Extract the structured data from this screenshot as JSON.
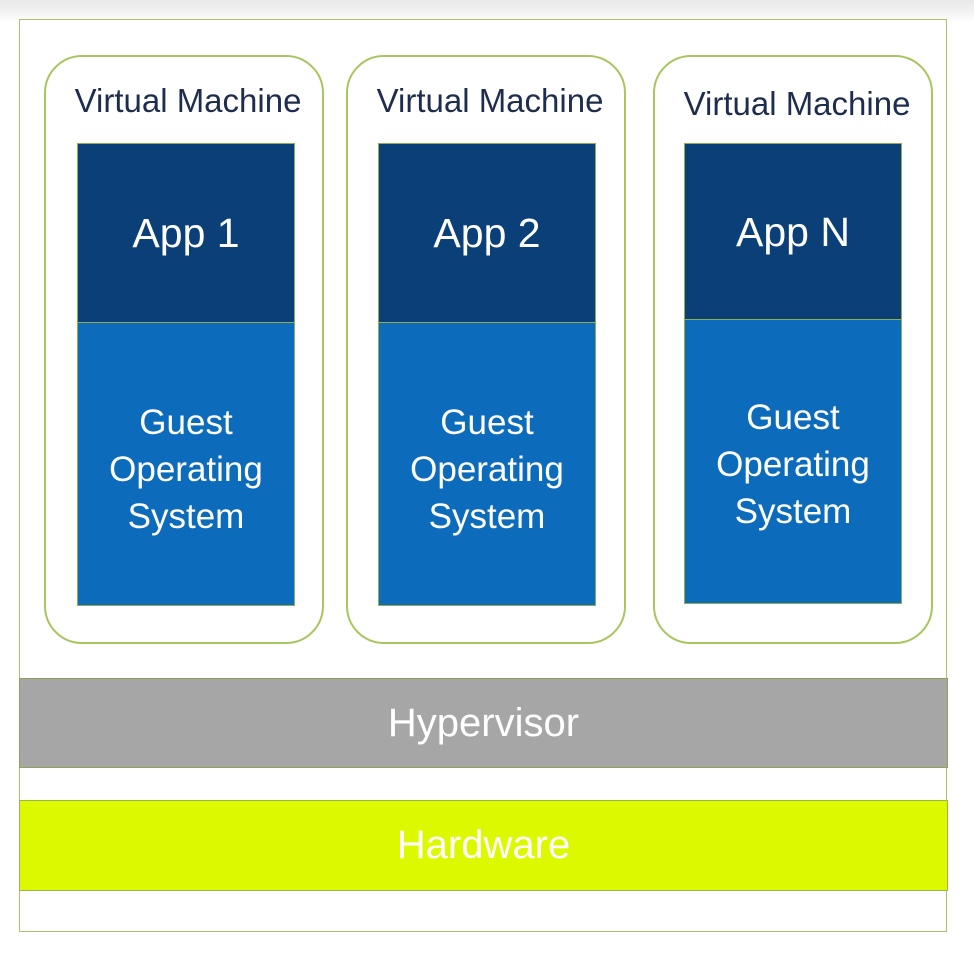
{
  "diagram": {
    "virtual_machines": [
      {
        "title": "Virtual Machine",
        "app": "App 1",
        "os": "Guest\nOperating\nSystem"
      },
      {
        "title": "Virtual Machine",
        "app": "App 2",
        "os": "Guest\nOperating\nSystem"
      },
      {
        "title": "Virtual Machine",
        "app": "App N",
        "os": "Guest\nOperating\nSystem"
      }
    ],
    "hypervisor": "Hypervisor",
    "hardware": "Hardware"
  },
  "colors": {
    "app_box": "#0a3f78",
    "os_box": "#0c6cbb",
    "hypervisor": "#a6a6a6",
    "hardware": "#dcf900",
    "vm_border": "#a8c55e",
    "vm_title_text": "#1e2c4e"
  }
}
